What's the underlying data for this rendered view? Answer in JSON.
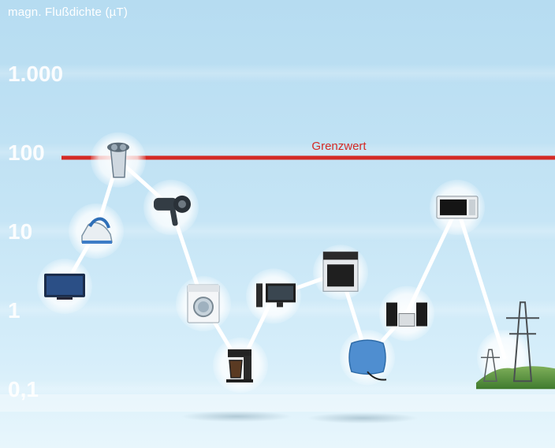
{
  "chart_data": {
    "type": "line",
    "ylabel": "magn. Flußdichte (µT)",
    "yscale": "log",
    "ylim": [
      0.1,
      1000
    ],
    "yticks": [
      {
        "value": 1000,
        "label": "1.000"
      },
      {
        "value": 100,
        "label": "100"
      },
      {
        "value": 10,
        "label": "10"
      },
      {
        "value": 1,
        "label": "1"
      },
      {
        "value": 0.1,
        "label": "0,1"
      }
    ],
    "reference_line": {
      "value": 85,
      "label": "Grenzwert",
      "color": "#d42a25"
    },
    "series": [
      {
        "values": [
          2,
          10,
          80,
          20,
          1.2,
          0.2,
          1.5,
          3,
          0.25,
          0.9,
          20,
          0.25
        ]
      }
    ],
    "points": [
      {
        "icon": "television-icon"
      },
      {
        "icon": "iron-icon"
      },
      {
        "icon": "electric-shaver-icon"
      },
      {
        "icon": "hair-dryer-icon"
      },
      {
        "icon": "washing-machine-icon"
      },
      {
        "icon": "coffee-maker-icon"
      },
      {
        "icon": "computer-monitor-icon"
      },
      {
        "icon": "electric-stove-icon"
      },
      {
        "icon": "heating-pad-icon"
      },
      {
        "icon": "stereo-system-icon"
      },
      {
        "icon": "microwave-icon"
      },
      {
        "icon": "power-pylon-icon"
      }
    ],
    "grid": true
  },
  "colors": {
    "limit_line": "#d42a25",
    "connector": "#ffffff",
    "tick_label": "#ffffff"
  }
}
